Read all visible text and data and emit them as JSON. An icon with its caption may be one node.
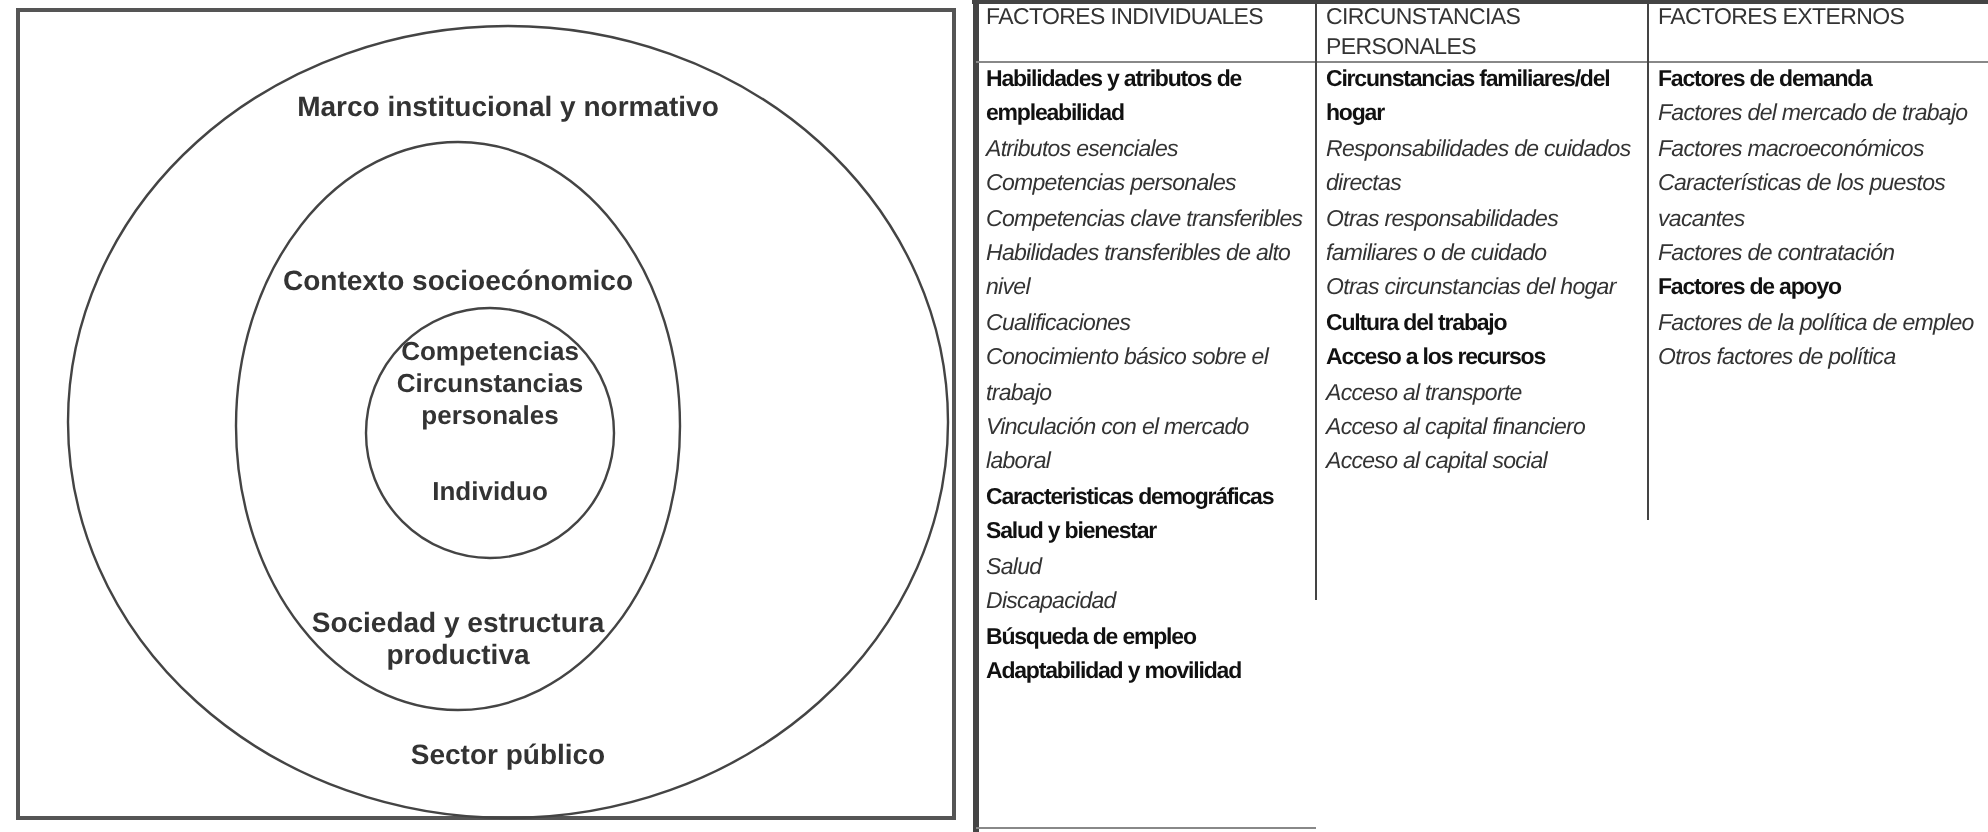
{
  "diagram": {
    "nodes": [
      {
        "text": [
          "Marco institucional y normativo",
          "Sector público"
        ]
      },
      {
        "text": [
          "Contexto socioecónomico",
          "Sociedad y estructura productiva"
        ],
        "in": 0
      },
      {
        "text": [
          "Competencias",
          "Circunstancias personales",
          "Individuo"
        ],
        "in": 1
      }
    ],
    "labels": [
      "FACTORES INDIVIDUALES",
      "CIRCUNSTANCIAS PERSONALES",
      "FACTORES EXTERNOS",
      "Habilidades y atributos de empleabilidad",
      "Atributos esenciales",
      "Competencias personales",
      "Competencias clave transferibles",
      "Habilidades transferibles de alto nivel",
      "Cualificaciones",
      "Conocimiento básico sobre el trabajo",
      "Vinculación con el mercado laboral",
      "Caracteristicas demográficas",
      "Salud y bienestar",
      "Salud",
      "Discapacidad",
      "Búsqueda de empleo",
      "Adaptabilidad y movilidad",
      "Circunstancias familiares/del hogar",
      "Responsabilidades de cuidados directas",
      "Otras responsabilidades familiares o de cuidado",
      "Otras circunstancias del hogar",
      "Cultura del trabajo",
      "Acceso a los recursos",
      "Acceso al transporte",
      "Acceso al capital financiero",
      "Acceso al capital social",
      "Factores de demanda",
      "Factores del mercado de trabajo",
      "Factores macroeconómicos",
      "Características de los puestos vacantes",
      "Factores de contratación",
      "Factores de apoyo",
      "Factores de la política de empleo",
      "Otros factores de política"
    ]
  }
}
